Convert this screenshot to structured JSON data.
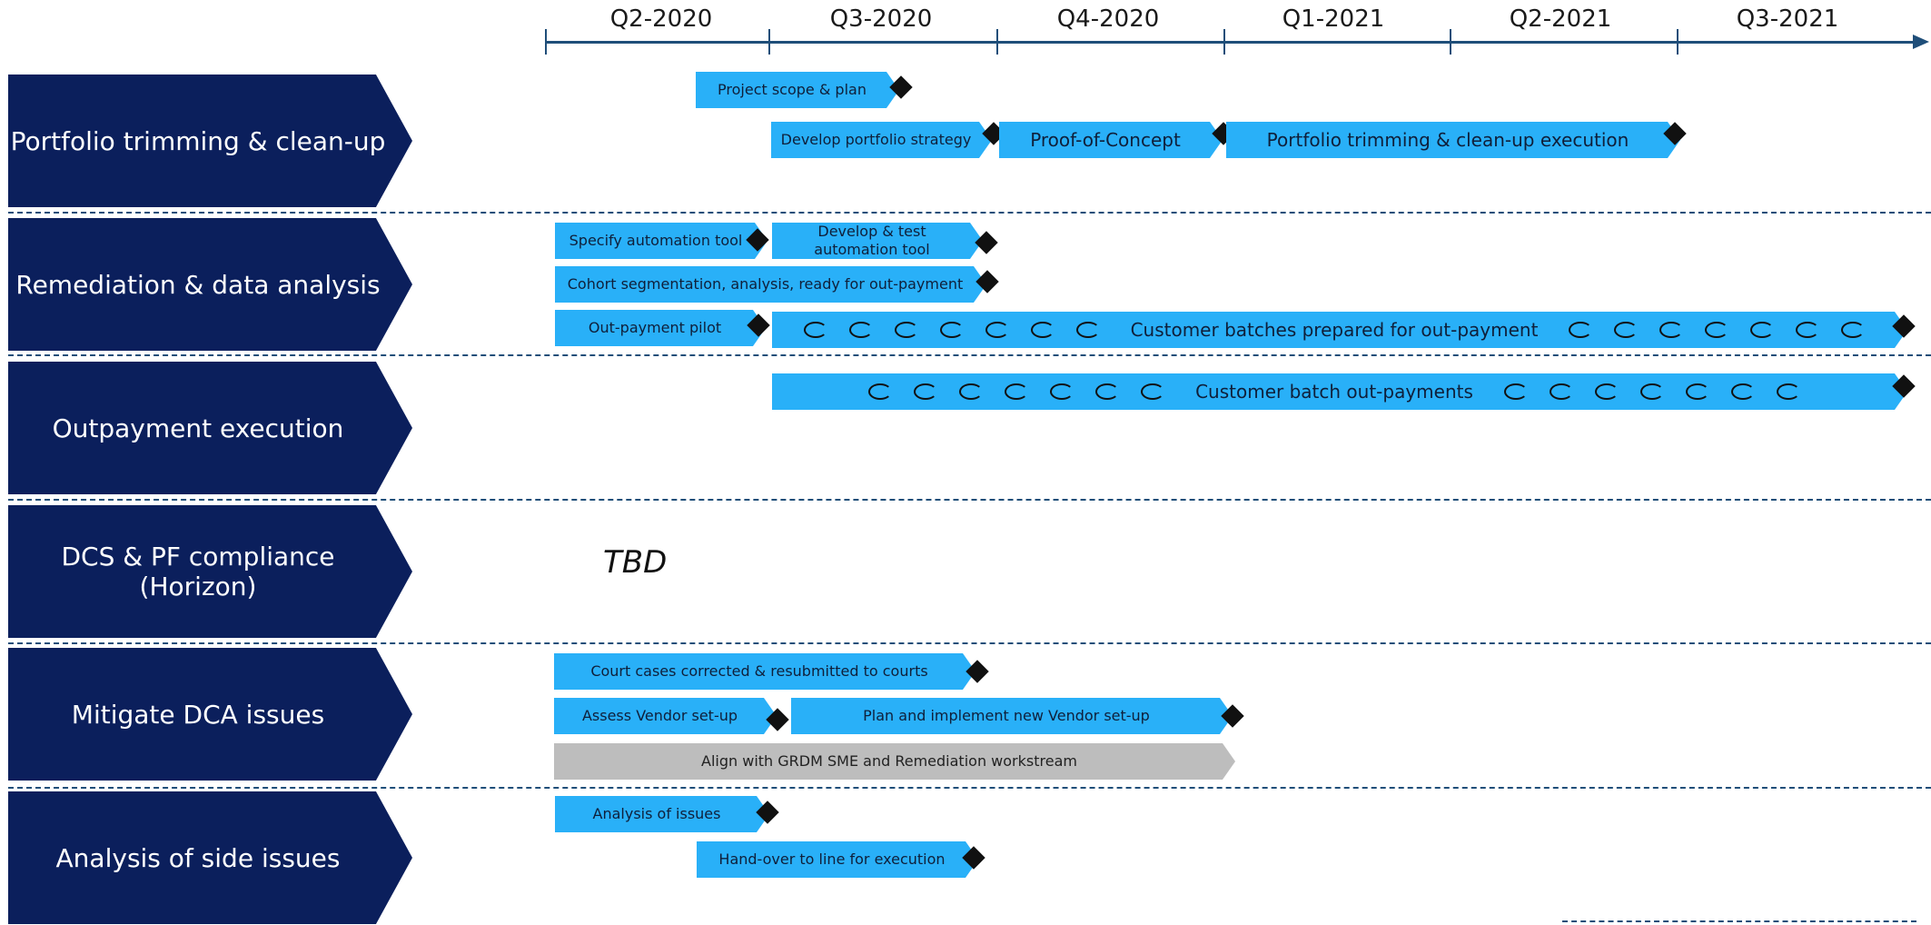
{
  "timeline": {
    "quarters": [
      "Q2-2020",
      "Q3-2020",
      "Q4-2020",
      "Q1-2021",
      "Q2-2021",
      "Q3-2021"
    ]
  },
  "rows": [
    {
      "label": "Portfolio trimming & clean-up"
    },
    {
      "label": "Remediation & data analysis"
    },
    {
      "label": "Outpayment execution"
    },
    {
      "label": "DCS & PF compliance (Horizon)"
    },
    {
      "label": "Mitigate DCA issues"
    },
    {
      "label": "Analysis of side issues"
    }
  ],
  "tasks": {
    "project_scope": "Project scope & plan",
    "develop_strategy": "Develop portfolio strategy",
    "poc": "Proof-of-Concept",
    "trimming_execution": "Portfolio trimming & clean-up execution",
    "specify_tool": "Specify automation tool",
    "develop_tool": "Develop & test automation tool",
    "cohort": "Cohort segmentation, analysis, ready for out-payment",
    "pilot": "Out-payment pilot",
    "batches_prepared": "Customer batches prepared for out-payment",
    "batch_outpayments": "Customer batch out-payments",
    "tbd": "TBD",
    "court_cases": "Court cases corrected & resubmitted to courts",
    "assess_vendor": "Assess Vendor set-up",
    "plan_vendor": "Plan and implement new Vendor set-up",
    "align_grdm": "Align with GRDM SME and Remediation workstream",
    "analysis_issues": "Analysis of issues",
    "handover": "Hand-over to line for execution"
  },
  "colors": {
    "row_label_bg": "#0b1f5c",
    "task_bar": "#29b0f8",
    "task_bar_gray": "#bdbdbd",
    "milestone": "#111111",
    "axis": "#1f4e79"
  }
}
